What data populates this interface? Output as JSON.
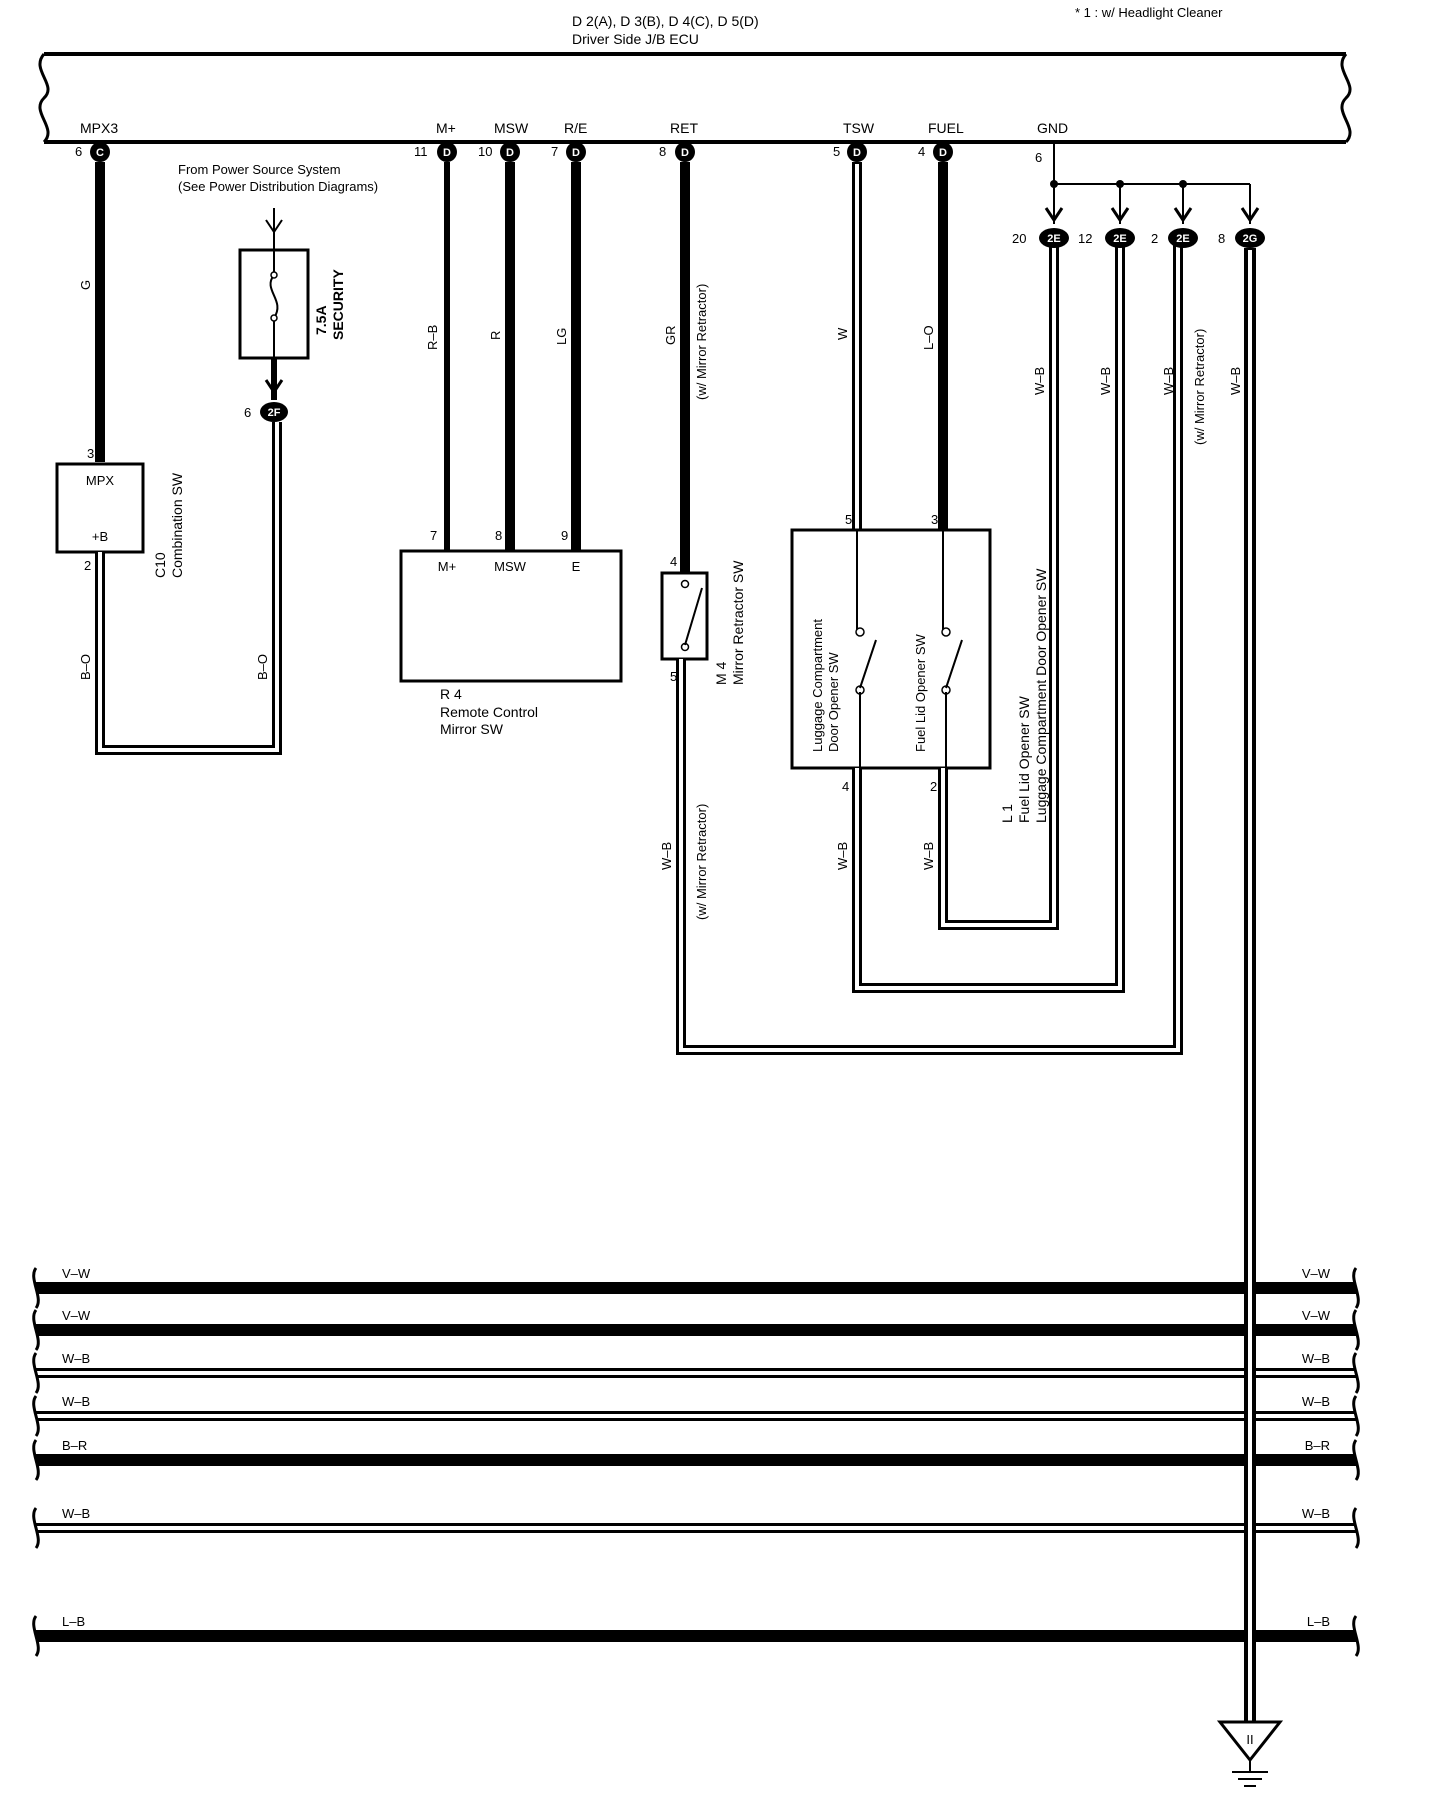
{
  "header": {
    "ecu_connectors": "D 2(A), D 3(B), D 4(C), D 5(D)",
    "ecu_name": "Driver Side J/B ECU",
    "footnote": "* 1 : w/ Headlight Cleaner"
  },
  "terminals": {
    "mpx3": {
      "name": "MPX3",
      "pin": "6",
      "conn": "C"
    },
    "mplus": {
      "name": "M+",
      "pin": "11",
      "conn": "D"
    },
    "msw": {
      "name": "MSW",
      "pin": "10",
      "conn": "D"
    },
    "re": {
      "name": "R/E",
      "pin": "7",
      "conn": "D"
    },
    "ret": {
      "name": "RET",
      "pin": "8",
      "conn": "D"
    },
    "tsw": {
      "name": "TSW",
      "pin": "5",
      "conn": "D"
    },
    "fuel": {
      "name": "FUEL",
      "pin": "4",
      "conn": "D"
    },
    "gnd": {
      "name": "GND",
      "pin": "6"
    }
  },
  "power": {
    "line1": "From Power Source System",
    "line2": "(See Power Distribution Diagrams)",
    "fuse_rating": "7.5A",
    "fuse_name": "SECURITY",
    "conn_pin": "6",
    "conn_id": "2F"
  },
  "ground_connectors": [
    {
      "pin": "20",
      "id": "2E"
    },
    {
      "pin": "12",
      "id": "2E"
    },
    {
      "pin": "2",
      "id": "2E"
    },
    {
      "pin": "8",
      "id": "2G"
    }
  ],
  "wire_colors": {
    "mpx3": "G",
    "mplus": "R–B",
    "msw": "R",
    "re": "LG",
    "ret": "GR",
    "tsw": "W",
    "fuel": "L–O",
    "gnd1": "W–B",
    "gnd2": "W–B",
    "gnd3": "W–B",
    "gnd4": "W–B",
    "c10_out": "B–O",
    "fuse_out": "B–O",
    "m4_out": "W–B",
    "l1_pin4": "W–B",
    "l1_pin2": "W–B"
  },
  "notes": {
    "mirror_retractor": "(w/ Mirror Retractor)"
  },
  "combination_sw": {
    "code": "C10",
    "name": "Combination SW",
    "label_mpx": "MPX",
    "label_b": "+B",
    "pin_top": "3",
    "pin_bottom": "2"
  },
  "remote_mirror_sw": {
    "code": "R 4",
    "name1": "Remote Control",
    "name2": "Mirror SW",
    "pin1": "7",
    "label1": "M+",
    "pin2": "8",
    "label2": "MSW",
    "pin3": "9",
    "label3": "E"
  },
  "mirror_retractor_sw": {
    "code": "M 4",
    "name": "Mirror Retractor SW",
    "pin_top": "4",
    "pin_bottom": "5"
  },
  "opener_sw": {
    "code": "L 1",
    "name1": "Fuel Lid Opener SW",
    "name2": "Luggage Compartment Door Opener SW",
    "inner_luggage1": "Luggage Compartment",
    "inner_luggage2": "Door Opener SW",
    "inner_fuel": "Fuel Lid Opener SW",
    "pin_top_left": "5",
    "pin_top_right": "3",
    "pin_bot_left": "4",
    "pin_bot_right": "2"
  },
  "bus_wires": [
    {
      "color": "V–W",
      "style": "solid"
    },
    {
      "color": "V–W",
      "style": "solid"
    },
    {
      "color": "W–B",
      "style": "hollow"
    },
    {
      "color": "W–B",
      "style": "hollow"
    },
    {
      "color": "B–R",
      "style": "solid"
    },
    {
      "color": "W–B",
      "style": "hollow"
    },
    {
      "color": "L–B",
      "style": "solid"
    }
  ],
  "ground_symbol": "II"
}
